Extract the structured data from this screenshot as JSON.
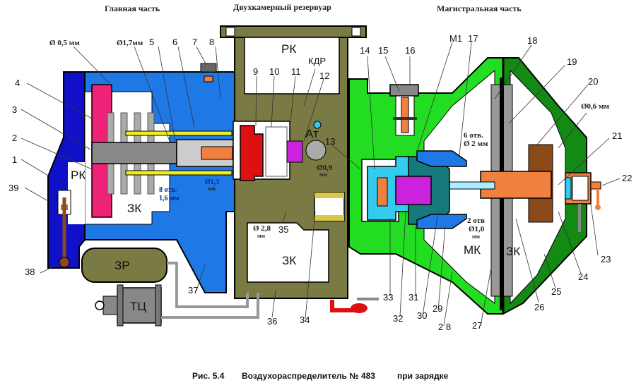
{
  "sections": {
    "main": "Главная часть",
    "reservoir": "Двухкамерный резервуар",
    "magistral": "Магистральная часть"
  },
  "chambers": {
    "rk_main": "РК",
    "zk_main": "ЗК",
    "rk_res": "РК",
    "zk_res": "ЗК",
    "kdr": "КДР",
    "at": "Ат",
    "mk": "МК",
    "zk_mag": "ЗК",
    "zr": "ЗР",
    "tc": "ТЦ",
    "m1": "М1"
  },
  "dimensions": {
    "d05": "Ø 0,5 мм",
    "d17": "Ø1,7мм",
    "d13_a": "Ø1,3",
    "d13_b": "мм",
    "holes8_a": "8 отв.",
    "holes8_b": "1,6 мм",
    "d28_a": "Ø 2,8",
    "d28_b": "мм",
    "d09_a": "Ø0,9",
    "d09_b": "мм",
    "holes6_a": "6 отв.",
    "holes6_b": "Ø 2 мм",
    "holes2_a": "2 отв",
    "holes2_b": "Ø1,0",
    "holes2_c": "мм",
    "d06": "Ø0,6 мм"
  },
  "part_numbers": [
    "1",
    "2",
    "3",
    "4",
    "5",
    "6",
    "7",
    "8",
    "9",
    "10",
    "11",
    "12",
    "13",
    "14",
    "15",
    "16",
    "17",
    "18",
    "19",
    "20",
    "21",
    "22",
    "23",
    "24",
    "25",
    "26",
    "27",
    "2 8",
    "29",
    "30",
    "31",
    "32",
    "33",
    "34",
    "35",
    "36",
    "37",
    "38",
    "39"
  ],
  "caption": {
    "fig": "Рис. 5.4",
    "title": "Воздухораспределитель № 483",
    "mode": "при зарядке"
  },
  "colors": {
    "main_body": "#1e78e6",
    "main_cover": "#1010c8",
    "reservoir": "#7a7a44",
    "magistral_light": "#22dd22",
    "magistral_dark": "#138a13",
    "diaphragm": "#ee2277",
    "piston_red": "#dd1111",
    "valve_orange": "#f08040",
    "brown": "#8a4a1a",
    "cyan": "#33ccee",
    "teal": "#177a7a",
    "magenta": "#cc22dd",
    "gray": "#888888",
    "yellow": "#eeee22"
  }
}
